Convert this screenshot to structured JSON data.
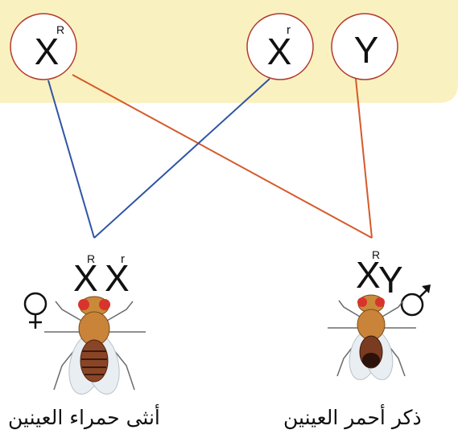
{
  "colors": {
    "panel": "#faf1c0",
    "circle_stroke": "#b23a2e",
    "line_red": "#d55a2b",
    "line_blue": "#2f55a4",
    "ink": "#111111"
  },
  "gametes": [
    {
      "id": "XR",
      "base": "X",
      "sup": "R"
    },
    {
      "id": "Xr",
      "base": "X",
      "sup": "r"
    },
    {
      "id": "Y",
      "base": "Y",
      "sup": ""
    }
  ],
  "offspring": {
    "female": {
      "genotype": [
        {
          "base": "X",
          "sup": "R"
        },
        {
          "base": "X",
          "sup": "r"
        }
      ],
      "sex_symbol": "♀",
      "label": "أنثى حمراء العينين"
    },
    "male": {
      "genotype": [
        {
          "base": "X",
          "sup": "R"
        },
        {
          "base": "Y",
          "sup": ""
        }
      ],
      "sex_symbol": "♂",
      "label": "ذكر أحمر العينين"
    }
  },
  "icons": [
    "fly-female-icon",
    "fly-male-icon"
  ]
}
